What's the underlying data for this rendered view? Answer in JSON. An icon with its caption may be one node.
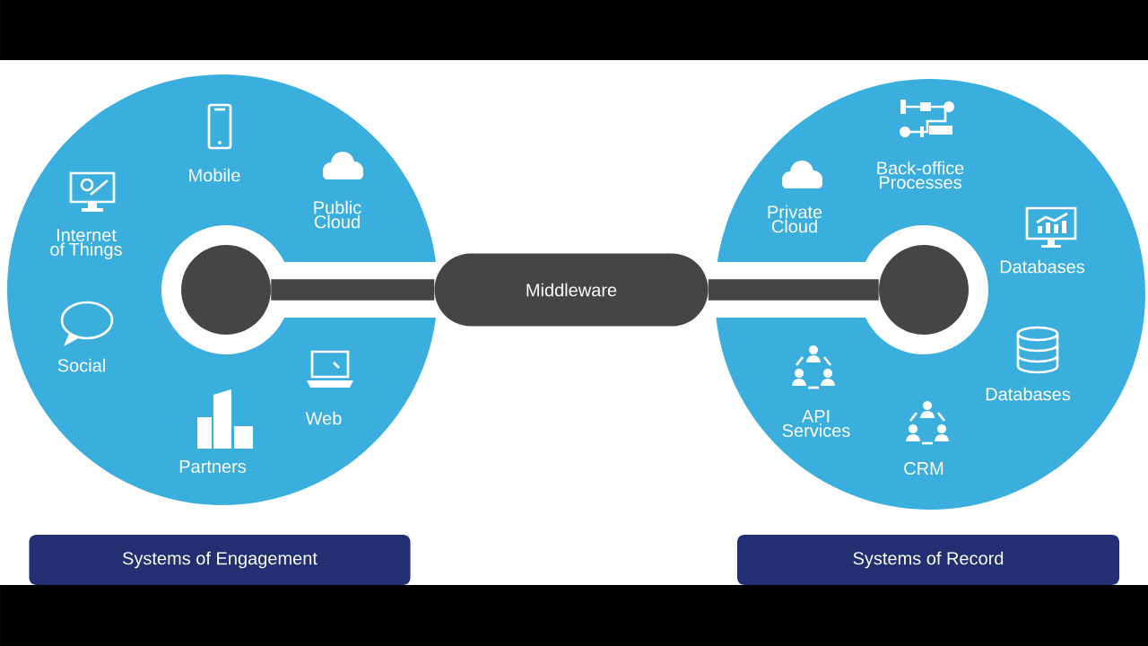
{
  "diagram": {
    "nodes": [
      {
        "text": [],
        "shape": "circle"
      },
      {
        "text": [],
        "shape": "circle",
        "in": 0
      },
      {
        "text": [
          "Middleware"
        ]
      },
      {
        "text": [],
        "shape": "circle"
      },
      {
        "text": [],
        "shape": "circle",
        "in": 3
      },
      {
        "text": [
          "Systems of Engagement"
        ]
      },
      {
        "text": [
          "Systems of Record"
        ]
      }
    ],
    "edges": [
      {
        "from": 1,
        "to": 2,
        "arrow": "none"
      },
      {
        "from": 2,
        "to": 4,
        "arrow": "none"
      }
    ],
    "labels": [
      "Mobile",
      "Internet of Things",
      "Public Cloud",
      "Social",
      "Web",
      "Partners",
      "Back-office Processes",
      "Private Cloud",
      "Databases",
      "Databases",
      "API Services",
      "CRM"
    ]
  }
}
